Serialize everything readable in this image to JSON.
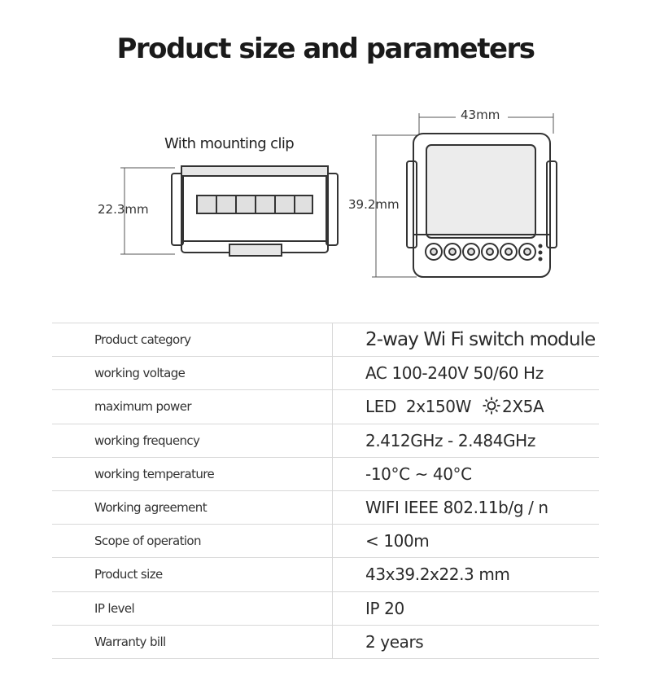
{
  "header": {
    "title": "Product size and parameters"
  },
  "diagram": {
    "side_view_label": "With mounting clip",
    "height_label": "22.3mm",
    "width_label": "43mm",
    "depth_label": "39.2mm"
  },
  "specs": {
    "rows": [
      {
        "name": "Product category",
        "value": "2-way Wi Fi switch module"
      },
      {
        "name": "working voltage",
        "value": "AC 100-240V 50/60 Hz"
      },
      {
        "name": "maximum power",
        "value": "LED  2x150W",
        "value_extra": "2X5A",
        "icon": "sun-bulb-icon"
      },
      {
        "name": "working frequency",
        "value": "2.412GHz - 2.484GHz"
      },
      {
        "name": "working temperature",
        "value": "-10°C ~ 40°C"
      },
      {
        "name": "Working agreement",
        "value": "WIFI IEEE 802.11b/g / n"
      },
      {
        "name": "Scope of operation",
        "value": "< 100m"
      },
      {
        "name": "Product size",
        "value": "43x39.2x22.3 mm"
      },
      {
        "name": "IP level",
        "value": "IP 20"
      },
      {
        "name": "Warranty bill",
        "value": "2 years"
      }
    ]
  }
}
